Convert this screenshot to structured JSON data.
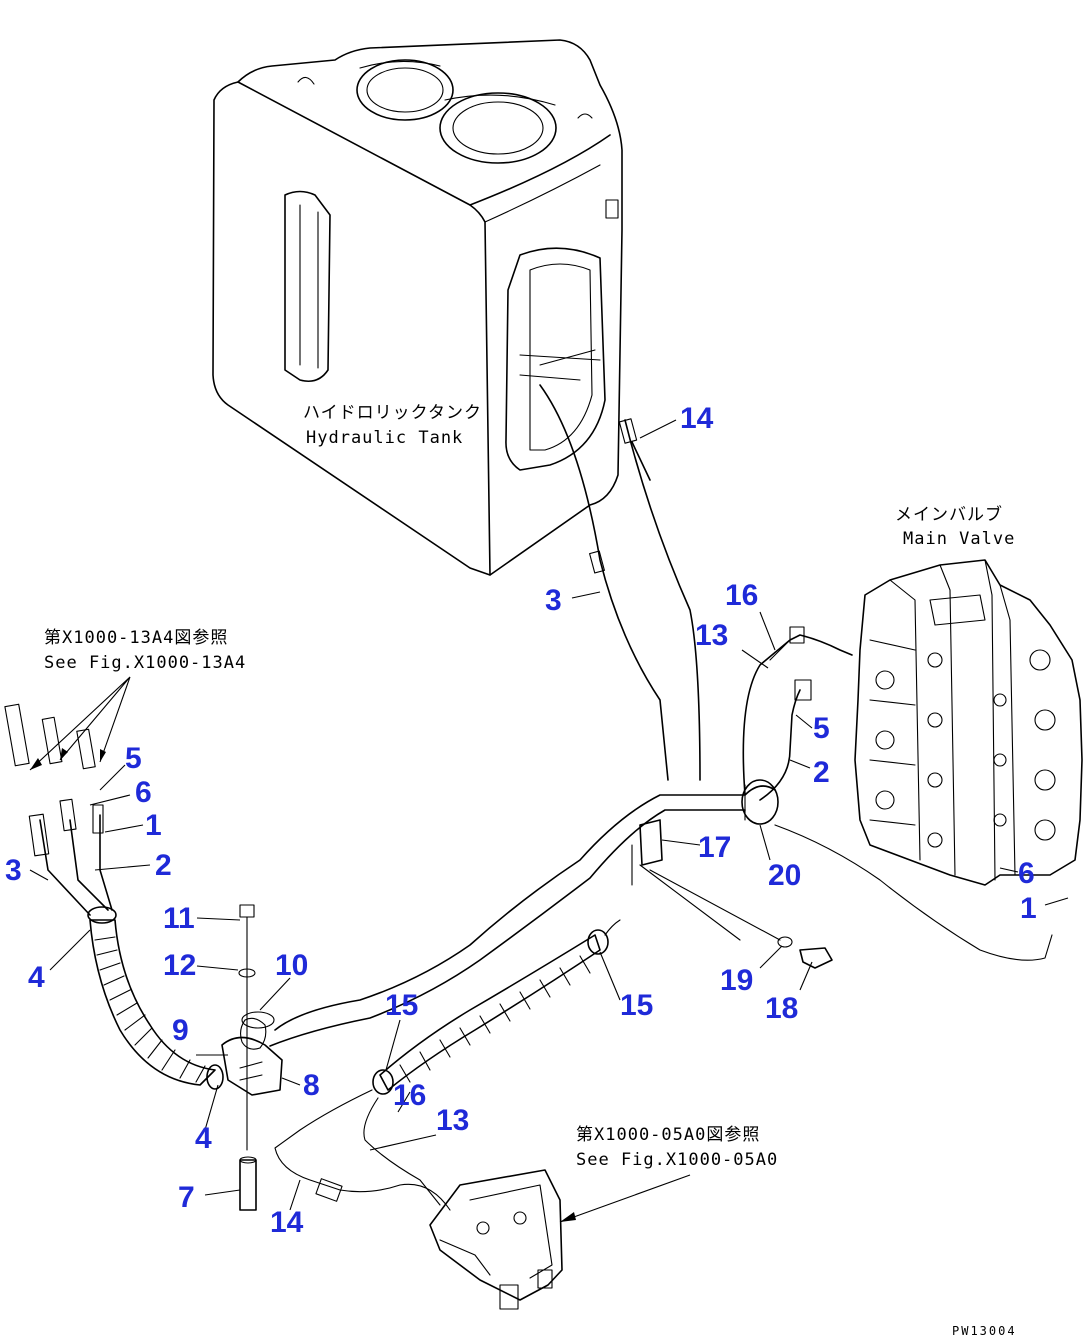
{
  "labels": {
    "tank_jp": "ハイドロリックタンク",
    "tank_en": "Hydraulic Tank",
    "valve_jp": "メインバルブ",
    "valve_en": "Main Valve",
    "ref1_jp": "第X1000-13A4図参照",
    "ref1_en": "See Fig.X1000-13A4",
    "ref2_jp": "第X1000-05A0図参照",
    "ref2_en": "See Fig.X1000-05A0",
    "drawing_code": "PW13004"
  },
  "callouts": [
    {
      "id": "c14a",
      "text": "14"
    },
    {
      "id": "c3a",
      "text": "3"
    },
    {
      "id": "c16a",
      "text": "16"
    },
    {
      "id": "c13a",
      "text": "13"
    },
    {
      "id": "c5a",
      "text": "5"
    },
    {
      "id": "c2a",
      "text": "2"
    },
    {
      "id": "c17",
      "text": "17"
    },
    {
      "id": "c20",
      "text": "20"
    },
    {
      "id": "c6a",
      "text": "6"
    },
    {
      "id": "c1a",
      "text": "1"
    },
    {
      "id": "c19",
      "text": "19"
    },
    {
      "id": "c18",
      "text": "18"
    },
    {
      "id": "c15a",
      "text": "15"
    },
    {
      "id": "c5b",
      "text": "5"
    },
    {
      "id": "c6b",
      "text": "6"
    },
    {
      "id": "c1b",
      "text": "1"
    },
    {
      "id": "c3b",
      "text": "3"
    },
    {
      "id": "c2b",
      "text": "2"
    },
    {
      "id": "c4a",
      "text": "4"
    },
    {
      "id": "c11",
      "text": "11"
    },
    {
      "id": "c12",
      "text": "12"
    },
    {
      "id": "c10",
      "text": "10"
    },
    {
      "id": "c9",
      "text": "9"
    },
    {
      "id": "c8",
      "text": "8"
    },
    {
      "id": "c4b",
      "text": "4"
    },
    {
      "id": "c7",
      "text": "7"
    },
    {
      "id": "c15b",
      "text": "15"
    },
    {
      "id": "c16b",
      "text": "16"
    },
    {
      "id": "c13b",
      "text": "13"
    },
    {
      "id": "c14b",
      "text": "14"
    }
  ],
  "colors": {
    "callout": "#1f2ad8",
    "line": "#000000"
  }
}
